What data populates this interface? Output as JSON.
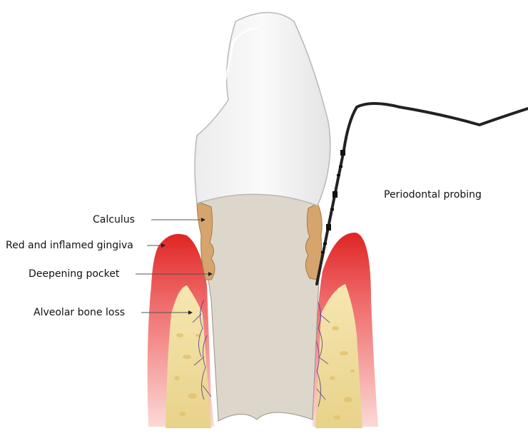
{
  "labels": {
    "calculus": "Calculus",
    "gingiva": "Red and inflamed gingiva",
    "pocket": "Deepening pocket",
    "bone_loss": "Alveolar bone loss",
    "probing": "Periodontal probing"
  },
  "colors": {
    "enamel": "#f4f4f4",
    "root": "#ddd6cb",
    "calculus": "#d6a56e",
    "gingiva_top": "#e12b2b",
    "gingiva_bottom": "#f7c9c4",
    "bone": "#f0dfa0",
    "probe": "#222222",
    "vessels": "#4a3a8a"
  }
}
